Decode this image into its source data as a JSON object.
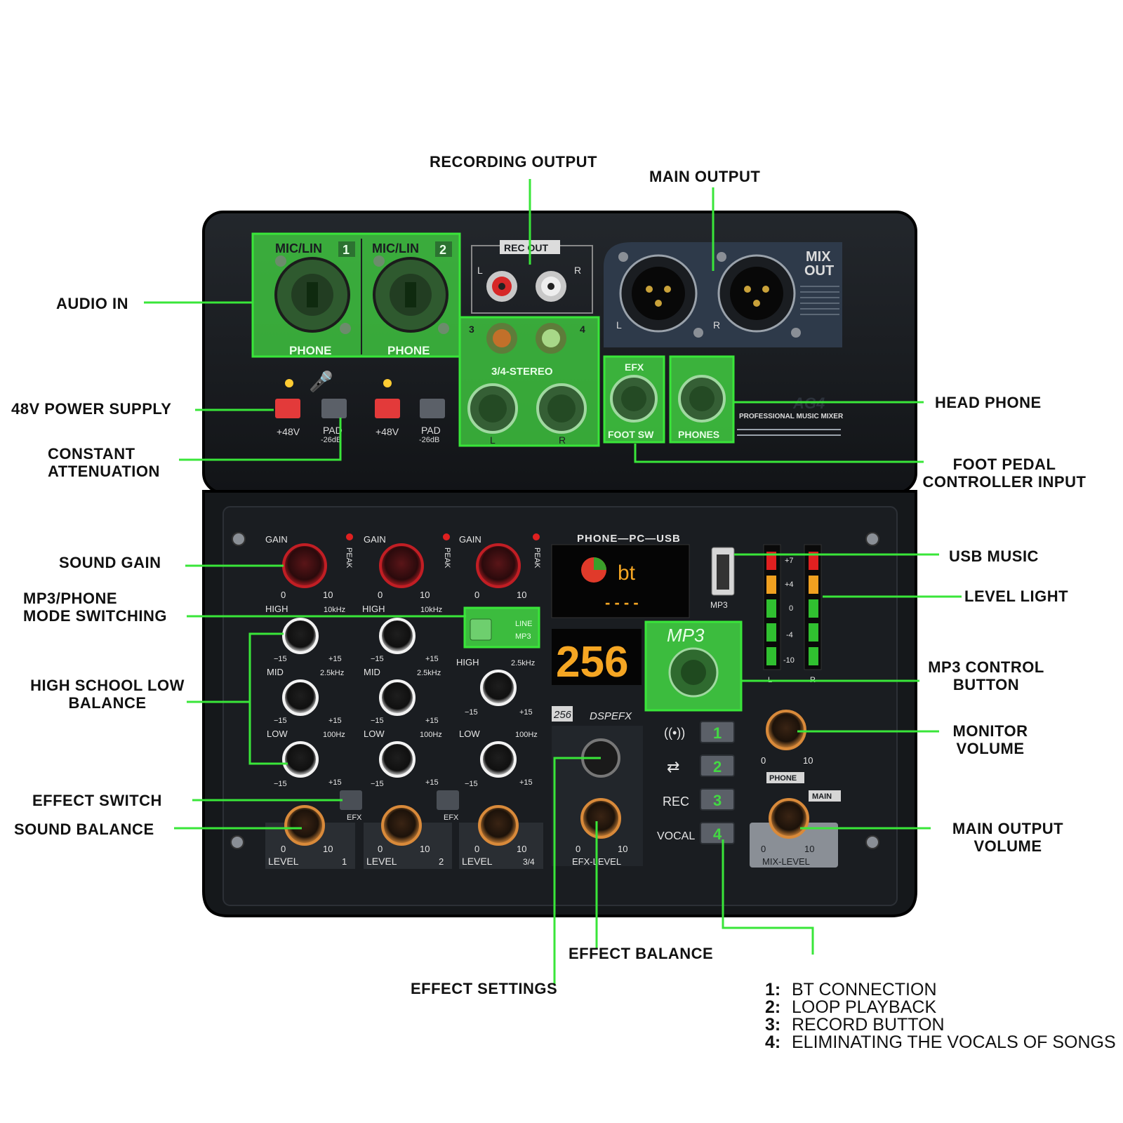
{
  "colors": {
    "callout_line": "#39e639",
    "panel": "#111418",
    "highlight": "#43d843"
  },
  "callouts": {
    "recording_output": "RECORDING OUTPUT",
    "main_output": "MAIN OUTPUT",
    "audio_in": "AUDIO IN",
    "power_48v": "48V POWER SUPPLY",
    "constant_attenuation_1": "CONSTANT",
    "constant_attenuation_2": "ATTENUATION",
    "head_phone": "HEAD PHONE",
    "foot_pedal_1": "FOOT PEDAL",
    "foot_pedal_2": "CONTROLLER INPUT",
    "sound_gain": "SOUND GAIN",
    "mode_switch_1": "MP3/PHONE",
    "mode_switch_2": "MODE SWITCHING",
    "usb_music": "USB MUSIC",
    "level_light": "LEVEL LIGHT",
    "high_low_1": "HIGH SCHOOL LOW",
    "high_low_2": "BALANCE",
    "mp3_control_1": "MP3 CONTROL",
    "mp3_control_2": "BUTTON",
    "monitor_volume_1": "MONITOR",
    "monitor_volume_2": "VOLUME",
    "effect_switch": "EFFECT SWITCH",
    "sound_balance": "SOUND BALANCE",
    "main_output_volume_1": "MAIN OUTPUT",
    "main_output_volume_2": "VOLUME",
    "effect_balance": "EFFECT BALANCE",
    "effect_settings": "EFFECT SETTINGS"
  },
  "legend": [
    {
      "num": "1:",
      "text": "BT CONNECTION"
    },
    {
      "num": "2:",
      "text": "LOOP PLAYBACK"
    },
    {
      "num": "3:",
      "text": "RECORD BUTTON"
    },
    {
      "num": "4:",
      "text": "ELIMINATING THE VOCALS OF SONGS"
    }
  ],
  "panel": {
    "mic_lin_1": "MIC/LIN",
    "ch1": "1",
    "mic_lin_2": "MIC/LIN",
    "ch2": "2",
    "phone": "PHONE",
    "rec_out": "REC OUT",
    "l": "L",
    "r": "R",
    "ch3": "3",
    "ch4": "4",
    "stereo": "3/4-STEREO",
    "mix_out_1": "MIX",
    "mix_out_2": "OUT",
    "model": "AG4",
    "model_sub": "PROFESSIONAL MUSIC MIXER",
    "efx": "EFX",
    "foot_sw": "FOOT SW",
    "phones": "PHONES",
    "plus48v": "+48V",
    "pad": "PAD",
    "pad_db": "-26dB",
    "gain": "GAIN",
    "peak": "PEAK",
    "zero": "0",
    "ten": "10",
    "high": "HIGH",
    "mid": "MID",
    "low": "LOW",
    "f_high": "10kHz",
    "f_high3": "2.5kHz",
    "f_mid": "2.5kHz",
    "f_low": "100Hz",
    "minus15": "−15",
    "plus15": "+15",
    "level": "LEVEL",
    "efx_small": "EFX",
    "line": "LINE",
    "mp3_small": "MP3",
    "phone_pc_usb": "PHONE—PC—USB",
    "bt": "bt",
    "dashes": "- - - -",
    "display_number": "256",
    "dsp_num": "256",
    "dsp_text": "DSPEFX",
    "mp3_big": "MP3",
    "rec": "REC",
    "vocal": "VOCAL",
    "btn1": "1",
    "btn2": "2",
    "btn3": "3",
    "btn4": "4",
    "meter_p7": "+7",
    "meter_p4": "+4",
    "meter_0": "0",
    "meter_m4": "-4",
    "meter_m10": "-10",
    "phone_tag": "PHONE",
    "main_tag": "MAIN",
    "mix_level": "MIX-LEVEL",
    "efx_level": "EFX-LEVEL",
    "usb_mp3": "MP3",
    "level_ch1": "1",
    "level_ch2": "2",
    "level_ch34": "3/4"
  }
}
